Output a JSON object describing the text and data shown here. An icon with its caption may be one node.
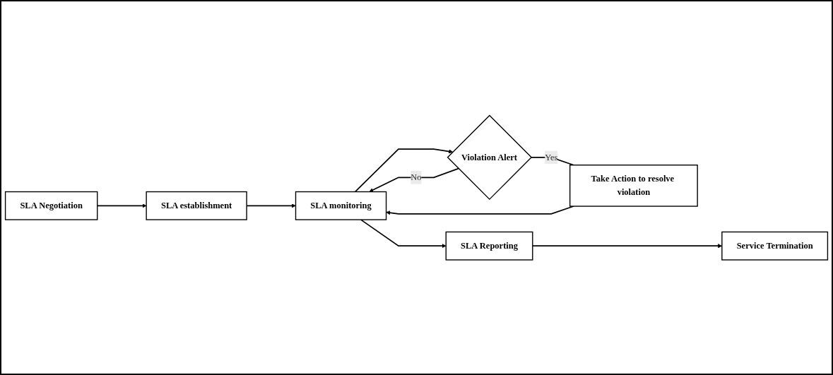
{
  "diagram": {
    "nodes": [
      {
        "text": [
          "SLA Negotiation"
        ]
      },
      {
        "text": [
          "SLA establishment"
        ]
      },
      {
        "text": [
          "SLA monitoring"
        ]
      },
      {
        "text": [
          "Violation Alert"
        ]
      },
      {
        "text": [
          "Take Action to resolve violation"
        ]
      },
      {
        "text": [
          "SLA Reporting"
        ]
      },
      {
        "text": [
          "Service Termination"
        ]
      }
    ],
    "edges": [
      {
        "from": 0,
        "to": 1,
        "arrow": "to"
      },
      {
        "from": 1,
        "to": 2,
        "arrow": "to"
      },
      {
        "from": 2,
        "to": 3,
        "arrow": "to"
      },
      {
        "from": 3,
        "to": 4,
        "arrow": "none",
        "label": "Yes"
      },
      {
        "from": 4,
        "to": 2,
        "arrow": "to"
      },
      {
        "from": 3,
        "to": 2,
        "arrow": "to",
        "label": "No"
      },
      {
        "from": 2,
        "to": 5,
        "arrow": "to"
      },
      {
        "from": 5,
        "to": 6,
        "arrow": "to"
      }
    ]
  }
}
